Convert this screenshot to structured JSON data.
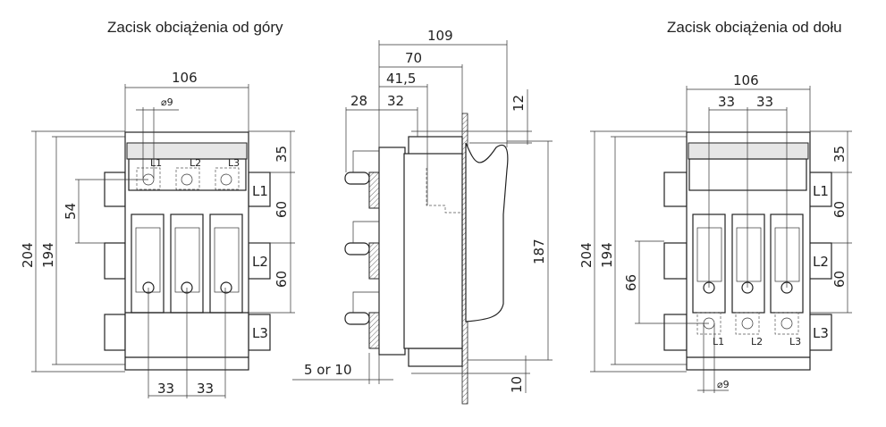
{
  "titles": {
    "top_view": "Zacisk obciążenia od góry",
    "bottom_view": "Zacisk obciążenia od dołu"
  },
  "left_view": {
    "width": "106",
    "diameter": "⌀9",
    "h_total": "204",
    "h_inner": "194",
    "pitch_v": "54",
    "top": "35",
    "seg1": "60",
    "seg2": "60",
    "pitch_a": "33",
    "pitch_b": "33",
    "phases": [
      "L1",
      "L2",
      "L3"
    ]
  },
  "side_view": {
    "d109": "109",
    "d70": "70",
    "d41": "41,5",
    "d28": "28",
    "d32": "32",
    "d12": "12",
    "d187": "187",
    "d10": "10",
    "d5or10": "5  or 10"
  },
  "right_view": {
    "width": "106",
    "pitch_a": "33",
    "pitch_b": "33",
    "h_total": "204",
    "h_inner": "194",
    "pitch_v": "66",
    "top": "35",
    "seg1": "60",
    "seg2": "60",
    "diameter": "⌀9",
    "phases": [
      "L1",
      "L2",
      "L3"
    ]
  }
}
